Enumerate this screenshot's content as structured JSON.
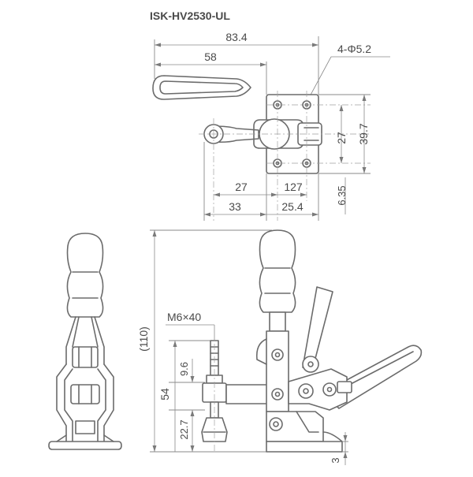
{
  "title": "ISK-HV2530-UL",
  "dimensions": {
    "overall_width": "83.4",
    "handle_length": "58",
    "holes": "4-Φ5.2",
    "hole_spacing_v": "27",
    "base_height": "39.7",
    "bottom_27": "27",
    "bottom_127": "127",
    "bottom_33": "33",
    "bottom_25_4": "25.4",
    "side_6_35": "6.35",
    "total_height": "(110)",
    "thread": "M6×40",
    "d_9_6": "9.6",
    "d_54": "54",
    "d_22_7": "22.7",
    "d_3": "3"
  }
}
